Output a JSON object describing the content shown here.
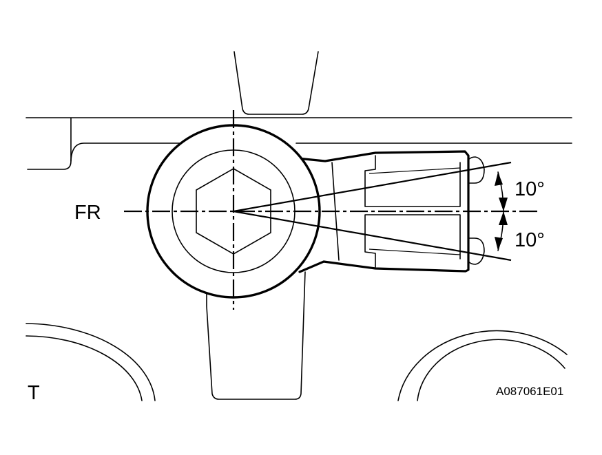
{
  "labels": {
    "front": "FR",
    "angle_top": "10°",
    "angle_bottom": "10°",
    "view": "T",
    "figure_code": "A087061E01"
  },
  "colors": {
    "line": "#000000",
    "background": "#ffffff"
  }
}
